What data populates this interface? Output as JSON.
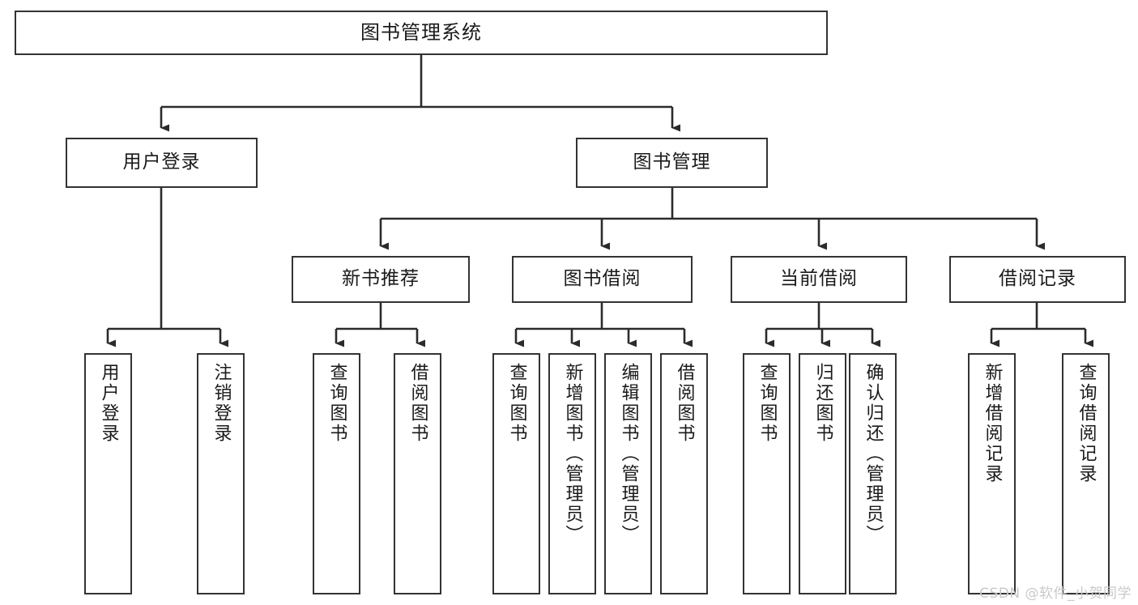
{
  "diagram": {
    "title": "图书管理系统",
    "type": "tree-hierarchy-chart",
    "root": {
      "id": "root",
      "label": "图书管理系统"
    },
    "level2": [
      {
        "id": "user-login",
        "label": "用户登录"
      },
      {
        "id": "book-manage",
        "label": "图书管理"
      }
    ],
    "level3": [
      {
        "id": "new-book-recommend",
        "label": "新书推荐",
        "parent": "book-manage"
      },
      {
        "id": "book-borrow",
        "label": "图书借阅",
        "parent": "book-manage"
      },
      {
        "id": "current-borrow",
        "label": "当前借阅",
        "parent": "book-manage"
      },
      {
        "id": "borrow-record",
        "label": "借阅记录",
        "parent": "book-manage"
      }
    ],
    "leaves": {
      "user-login": [
        {
          "id": "leaf-user-login",
          "label": "用户登录"
        },
        {
          "id": "leaf-user-logout",
          "label": "注销登录"
        }
      ],
      "new-book-recommend": [
        {
          "id": "leaf-query-book-1",
          "label": "查询图书"
        },
        {
          "id": "leaf-borrow-book-1",
          "label": "借阅图书"
        }
      ],
      "book-borrow": [
        {
          "id": "leaf-query-book-2",
          "label": "查询图书"
        },
        {
          "id": "leaf-add-book",
          "label": "新增图书（管理员）"
        },
        {
          "id": "leaf-edit-book",
          "label": "编辑图书（管理员）"
        },
        {
          "id": "leaf-borrow-book-2",
          "label": "借阅图书"
        }
      ],
      "current-borrow": [
        {
          "id": "leaf-query-book-3",
          "label": "查询图书"
        },
        {
          "id": "leaf-return-book",
          "label": "归还图书"
        },
        {
          "id": "leaf-confirm-return",
          "label": "确认归还（管理员）"
        }
      ],
      "borrow-record": [
        {
          "id": "leaf-add-record",
          "label": "新增借阅记录"
        },
        {
          "id": "leaf-query-record",
          "label": "查询借阅记录"
        }
      ]
    }
  },
  "watermark": {
    "text": "CSDN @软件_小贺同学"
  },
  "colors": {
    "border": "#333333",
    "background": "#ffffff",
    "text": "#1a1a1a",
    "watermark": "#c9c9c9"
  }
}
